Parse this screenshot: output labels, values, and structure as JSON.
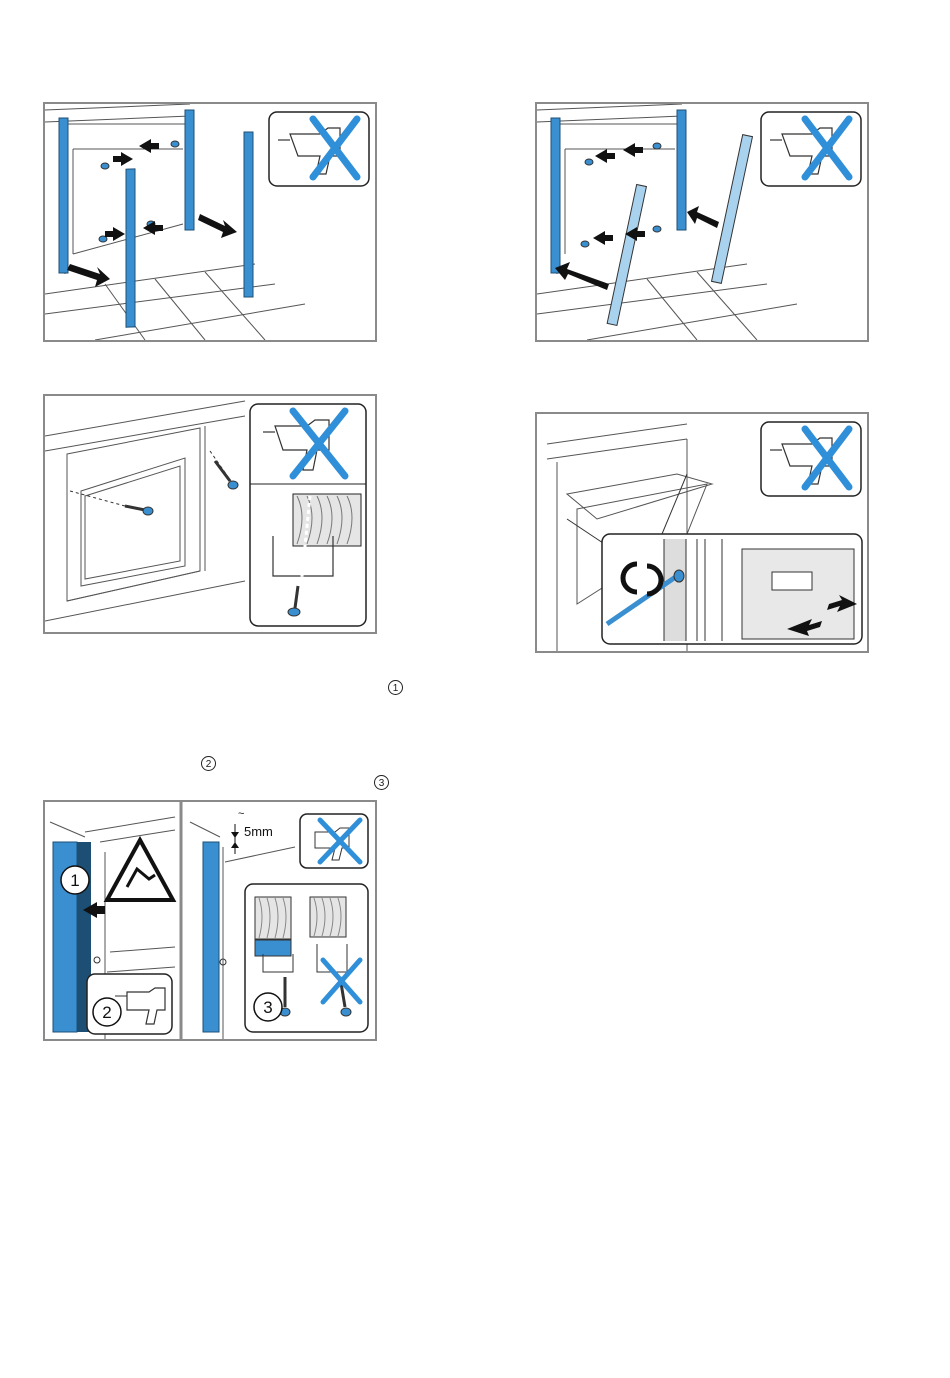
{
  "markers": {
    "step1": "1",
    "step2": "2",
    "step3": "3"
  },
  "figures": {
    "bottom_left": {
      "label_1": "1",
      "label_2": "2",
      "label_3": "3",
      "gap": "5mm",
      "gap_approx": "~"
    }
  },
  "icons": [
    "drill-crossed-icon",
    "crush-warning-icon",
    "drill-icon",
    "screw-icon",
    "arrow-icon",
    "rotate-icon"
  ],
  "colors": {
    "trim_blue": "#3a8fd0",
    "trim_light": "#a9d2ee",
    "cross_blue": "#2f8fd8",
    "line": "#333333",
    "frame": "#8a8a8a"
  }
}
